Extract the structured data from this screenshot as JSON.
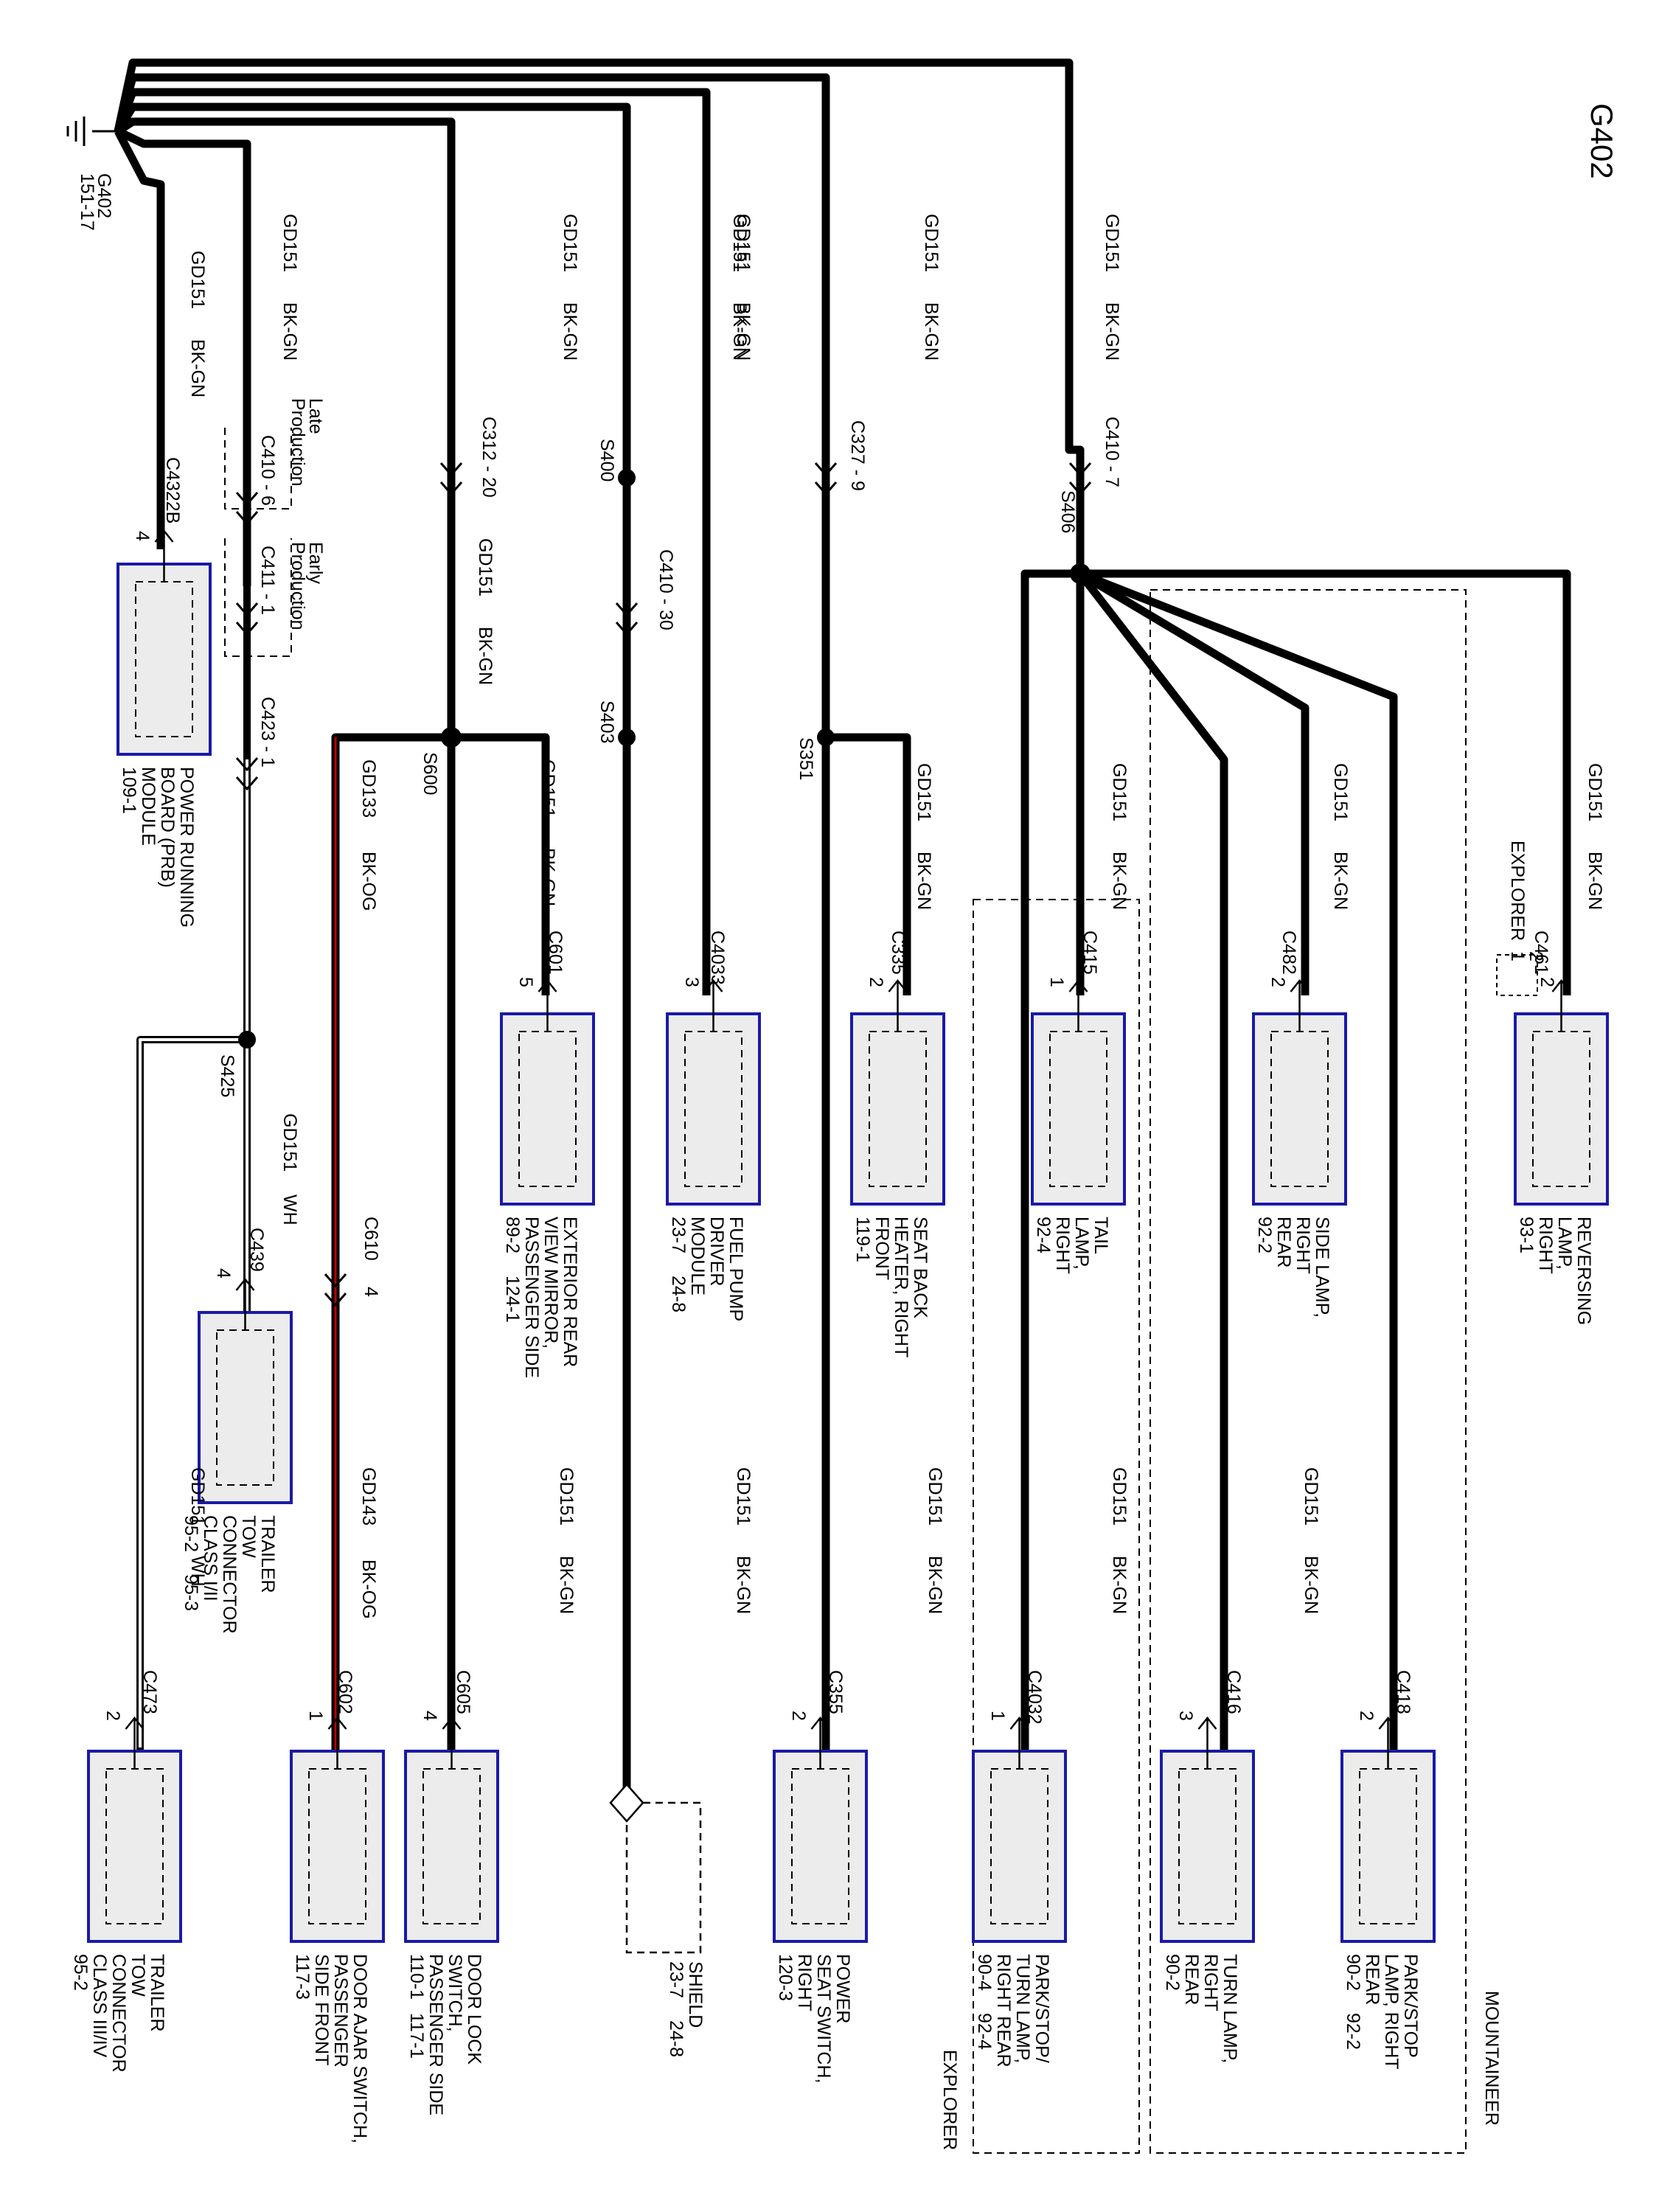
{
  "ground_id": "G402",
  "ground_ref": [
    "G402",
    "151-17"
  ],
  "gd151": "GD151",
  "bkgn": "BK-GN",
  "wh": "WH",
  "gd133": "GD133",
  "gd143": "GD143",
  "bkog": "BK-OG",
  "late_production": [
    "Late",
    "Production"
  ],
  "early_production": [
    "Early",
    "Production"
  ],
  "splices": {
    "s406": "S406",
    "s400": "S400",
    "s403": "S403",
    "s351": "S351",
    "s600": "S600",
    "s425": "S425"
  },
  "inline_connectors": {
    "c410_7": "C410 - 7",
    "c327_9": "C327 - 9",
    "c410_30": "C410 - 30",
    "c312_20": "C312 - 20",
    "c410_6": "C410 - 6",
    "c411_1": "C411 - 1",
    "c423_1": "C423 - 1",
    "c610": "C610",
    "c610_pin": "4"
  },
  "groups": {
    "explorer": "EXPLORER",
    "mountaineer": "MOUNTAINEER"
  },
  "components": [
    {
      "connector": "C461",
      "pin": "2",
      "name_lines": [
        "REVERSING",
        "LAMP,",
        "RIGHT"
      ],
      "refs": [
        "93-1"
      ]
    },
    {
      "connector": "C482",
      "pin": "2",
      "name_lines": [
        "SIDE LAMP,",
        "RIGHT",
        "REAR"
      ],
      "refs": [
        "92-2"
      ]
    },
    {
      "connector": "C415",
      "pin": "1",
      "name_lines": [
        "TAIL",
        "LAMP,",
        "RIGHT"
      ],
      "refs": [
        "92-4"
      ]
    },
    {
      "connector": "C335",
      "pin": "2",
      "name_lines": [
        "SEAT BACK",
        "HEATER, RIGHT",
        "FRONT"
      ],
      "refs": [
        "119-1"
      ]
    },
    {
      "connector": "C4033",
      "pin": "3",
      "name_lines": [
        "FUEL PUMP",
        "DRIVER",
        "MODULE"
      ],
      "refs": [
        "23-7",
        "24-8"
      ]
    },
    {
      "connector": "C601",
      "pin": "5",
      "name_lines": [
        "EXTERIOR REAR",
        "VIEW MIRROR,",
        "PASSENGER SIDE"
      ],
      "refs": [
        "89-2",
        "124-1"
      ]
    },
    {
      "connector": "C4322B",
      "pin": "4",
      "name_lines": [
        "POWER RUNNING",
        "BOARD (PRB)",
        "MODULE"
      ],
      "refs": [
        "109-1"
      ]
    },
    {
      "connector": "C439",
      "pin": "4",
      "name_lines": [
        "TRAILER",
        "TOW",
        "CONNECTOR",
        "CLASS I/II"
      ],
      "refs": [
        "95-2",
        "95-3"
      ]
    },
    {
      "connector": "C418",
      "pin": "2",
      "name_lines": [
        "PARK/STOP",
        "LAMP, RIGHT",
        "REAR"
      ],
      "refs": [
        "90-2",
        "92-2"
      ]
    },
    {
      "connector": "C416",
      "pin": "3",
      "name_lines": [
        "TURN LAMP,",
        "RIGHT",
        "REAR"
      ],
      "refs": [
        "90-2"
      ]
    },
    {
      "connector": "C4032",
      "pin": "1",
      "name_lines": [
        "PARK/STOP/",
        "TURN LAMP,",
        "RIGHT REAR"
      ],
      "refs": [
        "90-4",
        "92-4"
      ]
    },
    {
      "connector": "C355",
      "pin": "2",
      "name_lines": [
        "POWER",
        "SEAT SWITCH,",
        "RIGHT"
      ],
      "refs": [
        "120-3"
      ]
    },
    {
      "connector": "",
      "pin": "",
      "name_lines": [
        "SHIELD"
      ],
      "refs": [
        "23-7",
        "24-8"
      ]
    },
    {
      "connector": "C605",
      "pin": "4",
      "name_lines": [
        "DOOR LOCK",
        "SWITCH,",
        "PASSENGER SIDE"
      ],
      "refs": [
        "110-1",
        "117-1"
      ]
    },
    {
      "connector": "C602",
      "pin": "1",
      "name_lines": [
        "DOOR AJAR SWITCH,",
        "PASSENGER",
        "SIDE FRONT"
      ],
      "refs": [
        "117-3"
      ]
    },
    {
      "connector": "C473",
      "pin": "2",
      "name_lines": [
        "TRAILER",
        "TOW",
        "CONNECTOR",
        "CLASS III/IV"
      ],
      "refs": [
        "95-2"
      ]
    }
  ],
  "explorer_option": {
    "label": "EXPLORER",
    "pins": [
      "2",
      "1"
    ]
  },
  "colors": {
    "wire": "#000000",
    "module_border": "#1a1aa6",
    "module_fill": "#ececec",
    "red_tracer": "#c00000"
  }
}
